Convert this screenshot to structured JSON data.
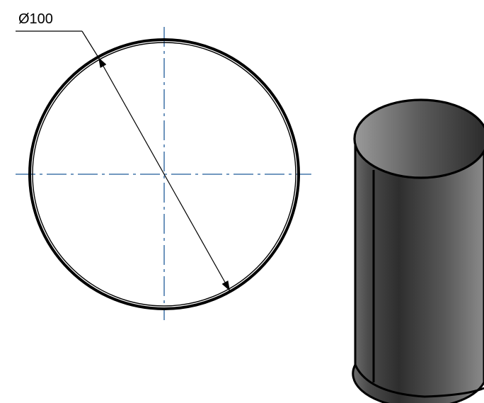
{
  "dimension": {
    "label": "Ø100"
  },
  "colors": {
    "outline": "#000000",
    "centerline": "#1f5a99",
    "cylinder_dark": "#3a3a3a",
    "cylinder_light": "#7a7a7a",
    "background": "#ffffff"
  },
  "views": {
    "top_view": "circle",
    "iso_view": "cylinder"
  }
}
